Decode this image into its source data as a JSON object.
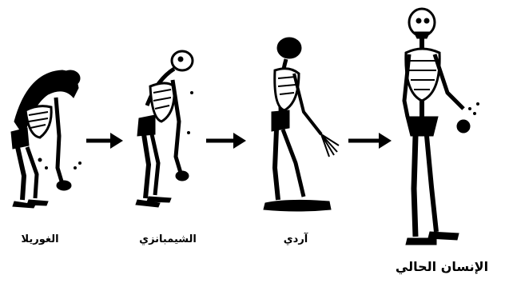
{
  "figures": [
    {
      "id": "gorilla",
      "label": "الغوريلا"
    },
    {
      "id": "chimpanzee",
      "label": "الشيمبانزي"
    },
    {
      "id": "ardi",
      "label": "آردي"
    },
    {
      "id": "modern-human",
      "label": "الإنسان الحالي"
    }
  ],
  "colors": {
    "ink": "#000000",
    "bone": "#f2f2f2",
    "background": "#ffffff"
  }
}
